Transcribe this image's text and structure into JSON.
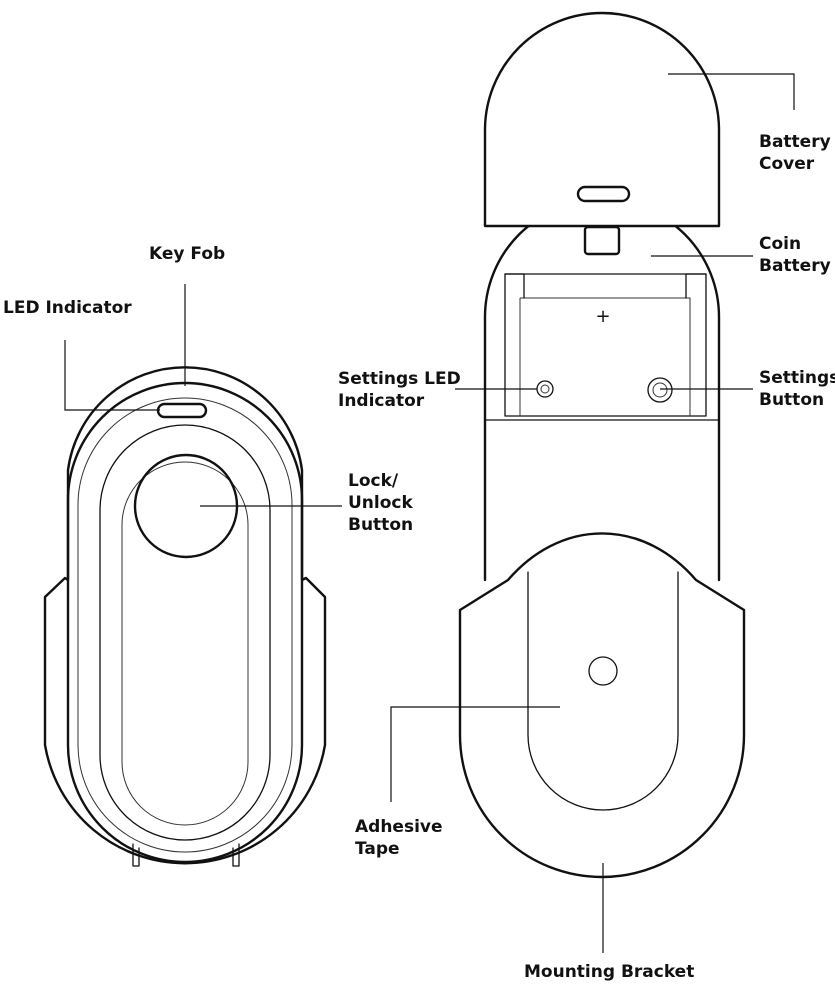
{
  "labels": {
    "key_fob": "Key Fob",
    "led_indicator": "LED Indicator",
    "lock_unlock_button": [
      "Lock/",
      "Unlock",
      "Button"
    ],
    "battery_cover": [
      "Battery",
      "Cover"
    ],
    "coin_battery": [
      "Coin",
      "Battery"
    ],
    "settings_led_indicator": [
      "Settings LED",
      "Indicator"
    ],
    "settings_button": [
      "Settings",
      "Button"
    ],
    "adhesive_tape": [
      "Adhesive",
      "Tape"
    ],
    "mounting_bracket": "Mounting Bracket",
    "plus_mark": "+"
  },
  "colors": {
    "line": "#111111",
    "background": "#ffffff"
  }
}
